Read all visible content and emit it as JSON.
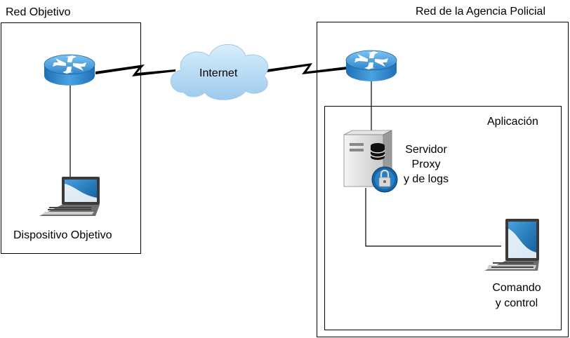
{
  "target_network": {
    "title": "Red Objetivo",
    "device_label": "Dispositivo Objetivo"
  },
  "police_network": {
    "title": "Red de la Agencia Policial"
  },
  "internet": {
    "label": "Internet"
  },
  "application": {
    "title": "Aplicación",
    "server_label_1": "Servidor",
    "server_label_2": "Proxy",
    "server_label_3": "y de logs",
    "cc_label_1": "Comando",
    "cc_label_2": "y control"
  },
  "icons": {
    "router_left": "router-icon",
    "router_right": "router-icon",
    "cloud": "cloud-icon",
    "laptop_target": "laptop-icon",
    "server": "server-icon",
    "laptop_cc": "laptop-icon"
  },
  "colors": {
    "router": "#3f97d8",
    "cloud": "#b6dcf4",
    "screen": "#1e70b0"
  }
}
